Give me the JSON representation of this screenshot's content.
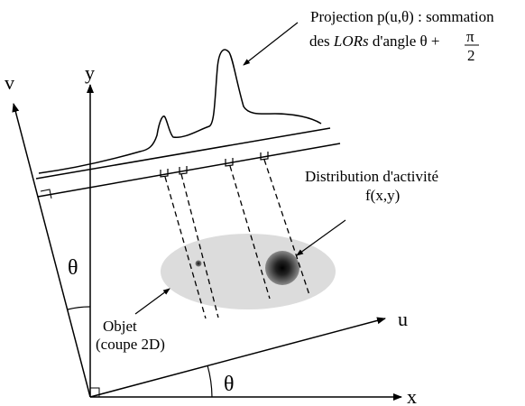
{
  "axes": {
    "x": "x",
    "y": "y",
    "u": "u",
    "v": "v",
    "theta": "θ"
  },
  "projection": {
    "line1": "Projection p(u,θ) : sommation",
    "line2_prefix": "des ",
    "line2_italic": "LORs",
    "line2_suffix": " d'angle θ + ",
    "frac_num": "π",
    "frac_den": "2"
  },
  "distribution": {
    "line1": "Distribution d'activité",
    "line2": "f(x,y)"
  },
  "object": {
    "line1": "Objet",
    "line2": "(coupe 2D)"
  }
}
